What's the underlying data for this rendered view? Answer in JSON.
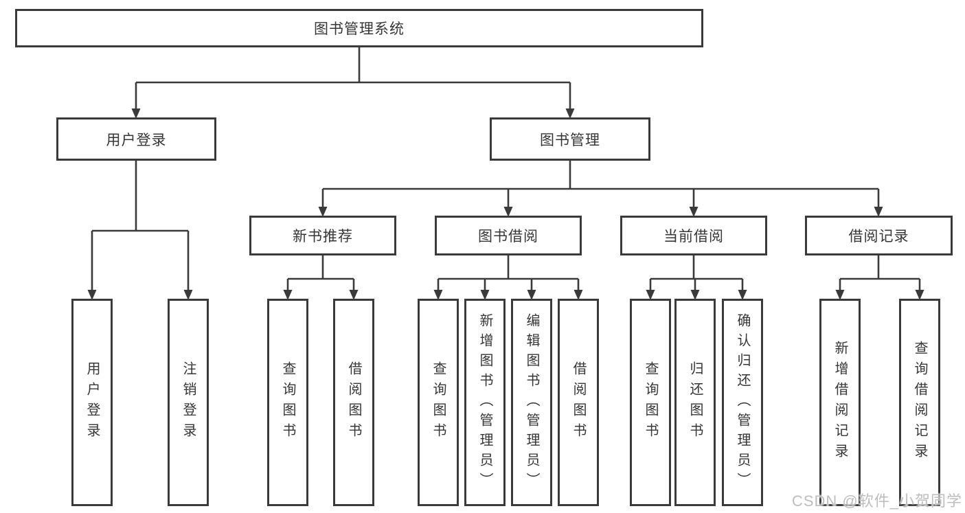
{
  "tree": {
    "root": "图书管理系统",
    "level2": [
      {
        "label": "用户登录",
        "leaves": [
          "用户登录",
          "注销登录"
        ]
      },
      {
        "label": "图书管理",
        "sections": [
          {
            "label": "新书推荐",
            "leaves": [
              "查询图书",
              "借阅图书"
            ]
          },
          {
            "label": "图书借阅",
            "leaves": [
              "查询图书",
              "新增图书（管理员）",
              "编辑图书（管理员）",
              "借阅图书"
            ]
          },
          {
            "label": "当前借阅",
            "leaves": [
              "查询图书",
              "归还图书",
              "确认归还（管理员）"
            ]
          },
          {
            "label": "借阅记录",
            "leaves": [
              "新增借阅记录",
              "查询借阅记录"
            ]
          }
        ]
      }
    ]
  },
  "watermark": "CSDN @软件_小贺同学",
  "colors": {
    "line": "#3a3a3a",
    "text": "#363636",
    "watermark": "#bdbdbd",
    "background": "#ffffff"
  }
}
